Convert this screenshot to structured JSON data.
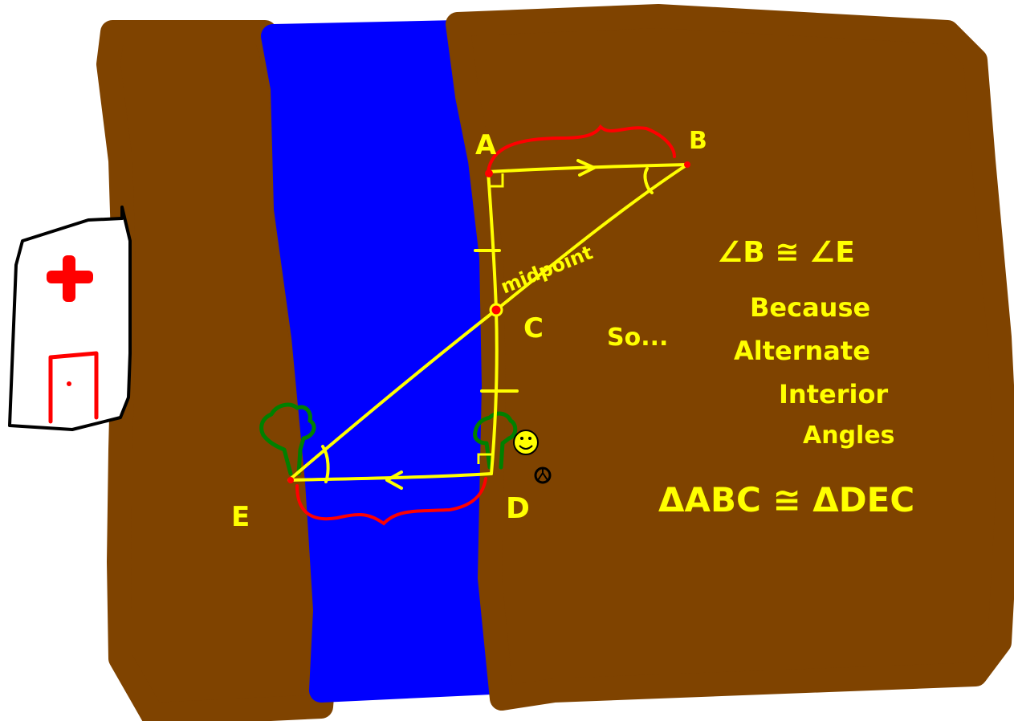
{
  "colors": {
    "background": "#ffffff",
    "dirt": "#7f4300",
    "river": "#0000ff",
    "construction": "#ffff00",
    "brace": "#ff0000",
    "tree": "#008000",
    "outline": "#000000",
    "hospital_cross": "#ff0000",
    "smiley": "#ffff00"
  },
  "icons": {
    "hospital_building": "hospital-icon",
    "cross": "red-cross-icon",
    "door": "door-icon",
    "tree_left": "tree-icon",
    "tree_right": "tree-icon",
    "smiley": "smiley-face-icon",
    "person": "person-icon"
  },
  "points": {
    "A": "A",
    "B": "B",
    "C": "C",
    "D": "D",
    "E": "E"
  },
  "labels": {
    "midpoint": "midpoint",
    "so": "So...",
    "angle_congruence": "∠B ≅ ∠E",
    "because_line1": "Because",
    "because_line2": "Alternate",
    "because_line3": "Interior",
    "because_line4": "Angles",
    "triangle_congruence": "ΔABC ≅ ΔDEC"
  }
}
